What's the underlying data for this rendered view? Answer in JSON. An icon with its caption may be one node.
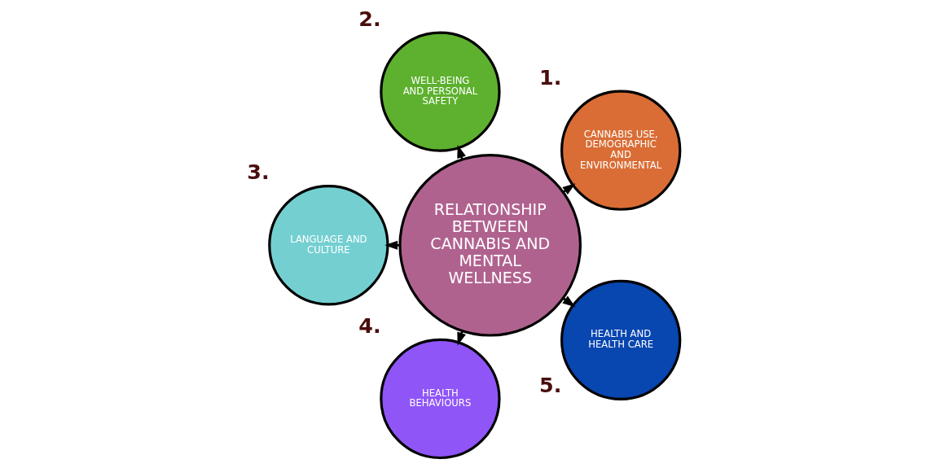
{
  "diagram": {
    "nodes": [
      {
        "text": [
          "RELATIONSHIP BETWEEN CANNABIS AND MENTAL WELLNESS"
        ]
      },
      {
        "text": [
          "CANNABIS USE, DEMOGRAPHIC AND ENVIRONMENTAL"
        ],
        "beside": [
          "1."
        ]
      },
      {
        "text": [
          "WELL-BEING AND PERSONAL SAFETY"
        ],
        "beside": [
          "2."
        ]
      },
      {
        "text": [
          "LANGUAGE AND CULTURE"
        ],
        "beside": [
          "3."
        ]
      },
      {
        "text": [
          "HEALTH BEHAVIOURS"
        ],
        "beside": [
          "4."
        ]
      },
      {
        "text": [
          "HEALTH AND HEALTH CARE"
        ],
        "beside": [
          "5."
        ]
      }
    ],
    "edges": [
      {
        "from": 0,
        "to": 1,
        "arrow": "to",
        "style": "dashed"
      },
      {
        "from": 0,
        "to": 2,
        "arrow": "to",
        "style": "dashed"
      },
      {
        "from": 0,
        "to": 3,
        "arrow": "to",
        "style": "dashed"
      },
      {
        "from": 0,
        "to": 4,
        "arrow": "to",
        "style": "dashed"
      },
      {
        "from": 0,
        "to": 5,
        "arrow": "to",
        "style": "dashed"
      }
    ]
  }
}
